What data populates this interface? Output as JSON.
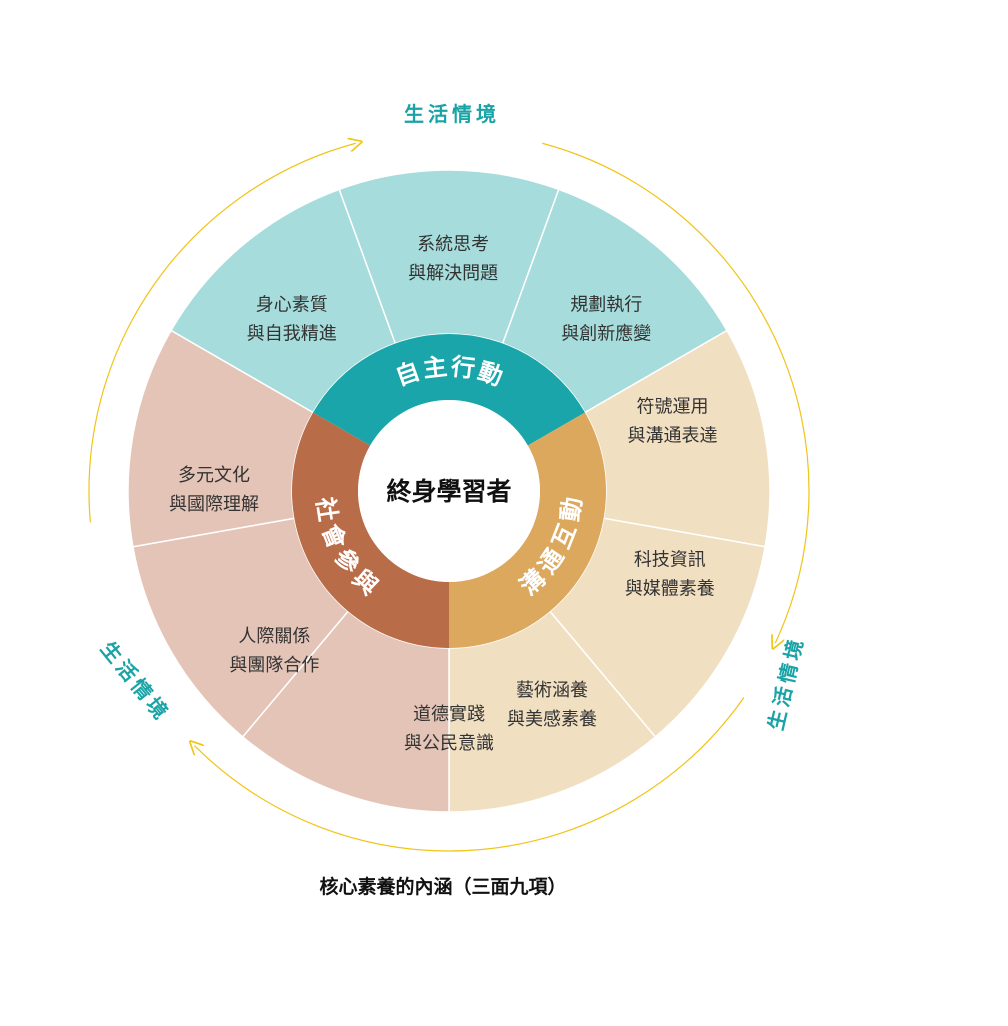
{
  "center": {
    "label": "終身學習者"
  },
  "caption": "核心素養的內涵（三面九項）",
  "life_context": "生活情境",
  "dimensions": [
    {
      "name": "自主行動",
      "ring_color": "#1aa5aa",
      "segment_color": "#a6dcdb",
      "items": [
        {
          "line1": "身心素質",
          "line2": "與自我精進"
        },
        {
          "line1": "系統思考",
          "line2": "與解決問題"
        },
        {
          "line1": "規劃執行",
          "line2": "與創新應變"
        }
      ]
    },
    {
      "name": "溝通互動",
      "ring_color": "#dba85e",
      "segment_color": "#f1dfc2",
      "items": [
        {
          "line1": "符號運用",
          "line2": "與溝通表達"
        },
        {
          "line1": "科技資訊",
          "line2": "與媒體素養"
        },
        {
          "line1": "藝術涵養",
          "line2": "與美感素養"
        }
      ]
    },
    {
      "name": "社會參與",
      "ring_color": "#b96c48",
      "segment_color": "#e4c4b7",
      "items": [
        {
          "line1": "道德實踐",
          "line2": "與公民意識"
        },
        {
          "line1": "人際關係",
          "line2": "與團隊合作"
        },
        {
          "line1": "多元文化",
          "line2": "與國際理解"
        }
      ]
    }
  ],
  "colors": {
    "arrow": "#f0c419",
    "context_text": "#1aa3a6",
    "divider": "#ffffff"
  }
}
